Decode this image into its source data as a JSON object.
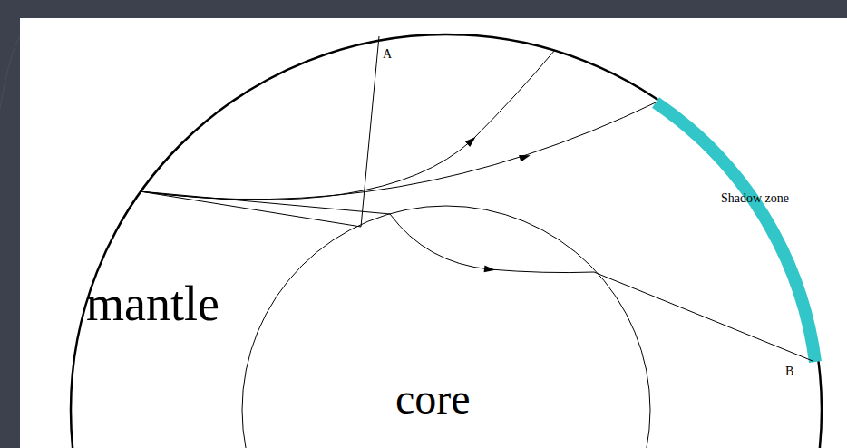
{
  "diagram": {
    "labels": [
      "A",
      "Shadow zone",
      "mantle",
      "core",
      "B"
    ]
  }
}
